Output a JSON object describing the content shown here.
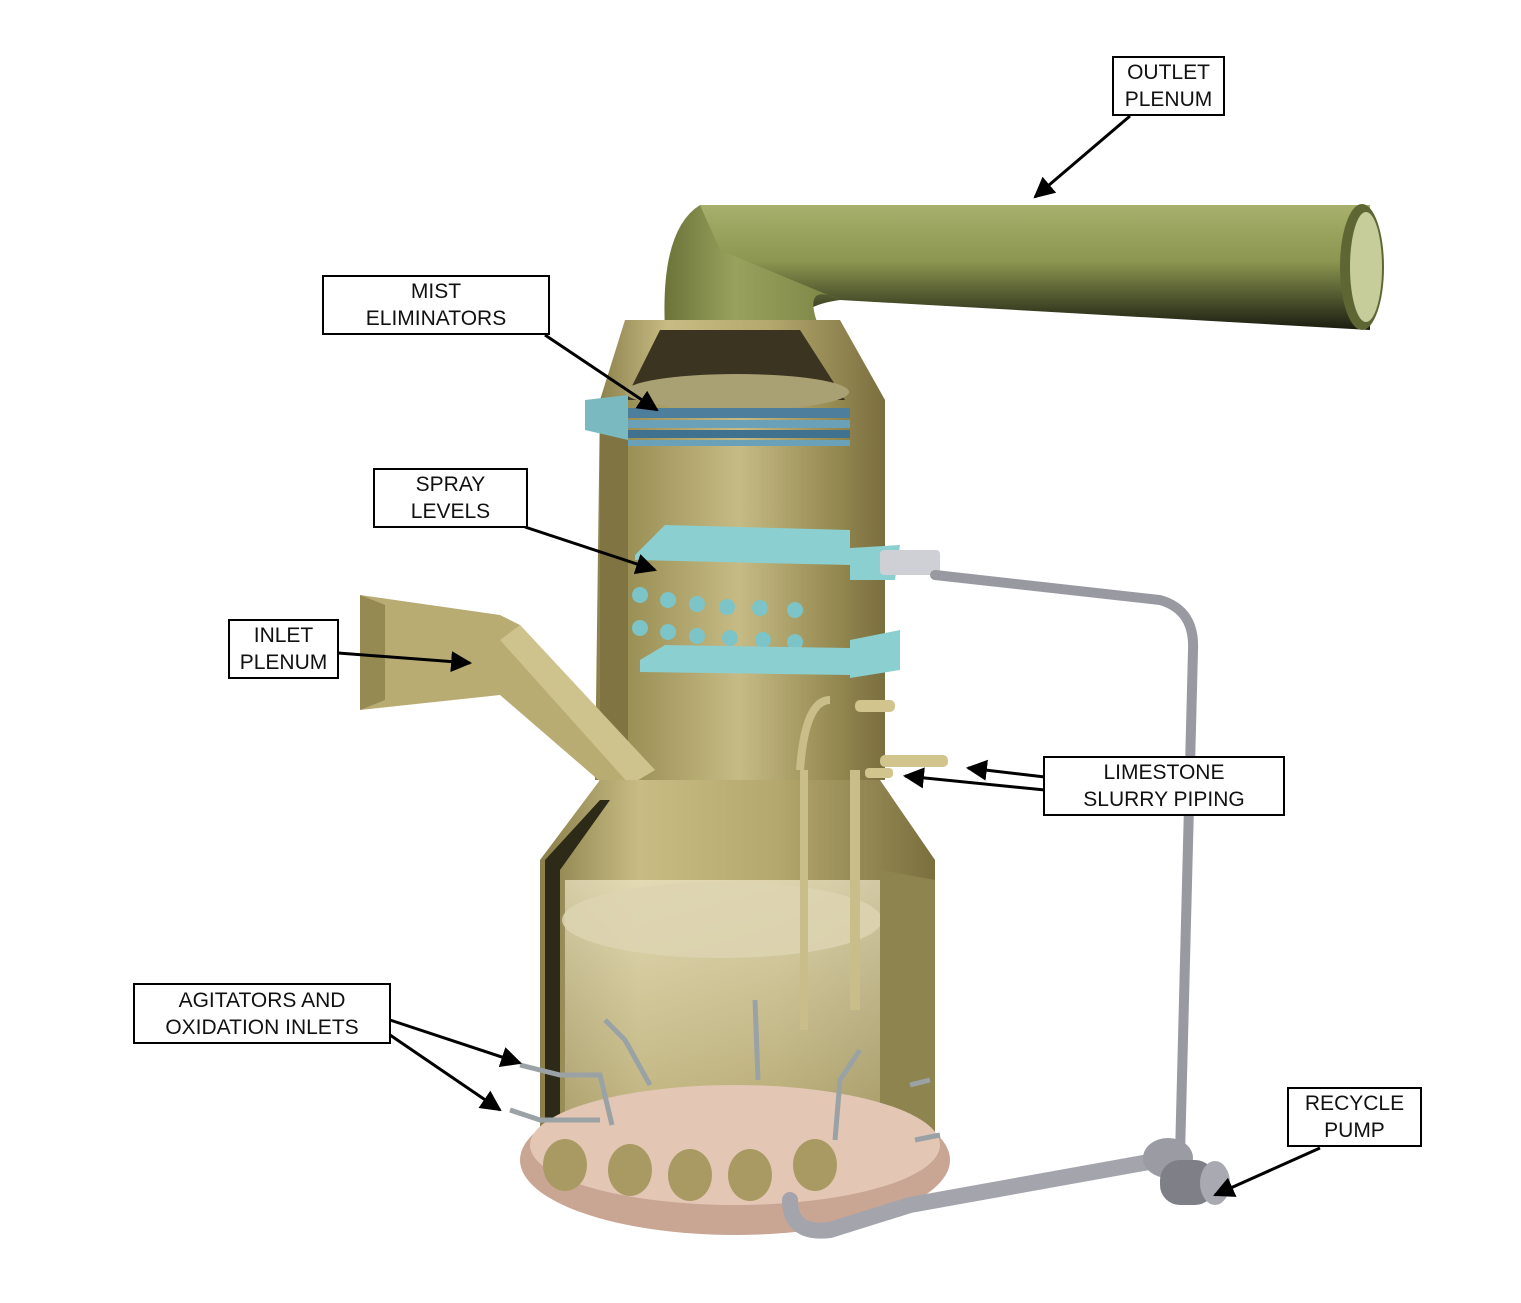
{
  "labels": {
    "outlet_plenum": "OUTLET\nPLENUM",
    "mist_eliminators": "MIST\nELIMINATORS",
    "spray_levels": "SPRAY\nLEVELS",
    "inlet_plenum": "INLET\nPLENUM",
    "limestone_slurry_piping": "LIMESTONE\nSLURRY PIPING",
    "agitators_and_oxidation_inlets": "AGITATORS AND\nOXIDATION INLETS",
    "recycle_pump": "RECYCLE\nPUMP"
  },
  "colors": {
    "vessel_body": "#b5a96f",
    "vessel_dark": "#6f6539",
    "outlet_duct": "#8f9a55",
    "spray_headers": "#8ccfd0",
    "mist_eliminator": "#4d7f9c",
    "sump_floor": "#c9a593",
    "recycle_piping": "#a8a8b0"
  }
}
